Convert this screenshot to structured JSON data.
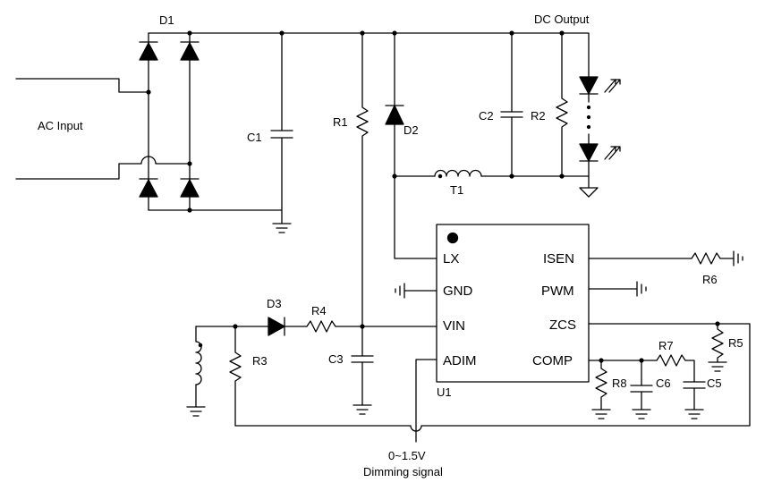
{
  "labels": {
    "d1": "D1",
    "dc_output": "DC Output",
    "ac_input": "AC Input",
    "c1": "C1",
    "r1": "R1",
    "d2": "D2",
    "c2": "C2",
    "r2": "R2",
    "t1": "T1",
    "d3": "D3",
    "r4": "R4",
    "r3": "R3",
    "c3": "C3",
    "u1": "U1",
    "r6": "R6",
    "r7": "R7",
    "r5": "R5",
    "r8": "R8",
    "c6": "C6",
    "c5": "C5",
    "dim_range": "0~1.5V",
    "dim_signal": "Dimming signal"
  },
  "pins": {
    "lx": "LX",
    "gnd": "GND",
    "vin": "VIN",
    "adim": "ADIM",
    "isen": "ISEN",
    "pwm": "PWM",
    "zcs": "ZCS",
    "comp": "COMP"
  }
}
